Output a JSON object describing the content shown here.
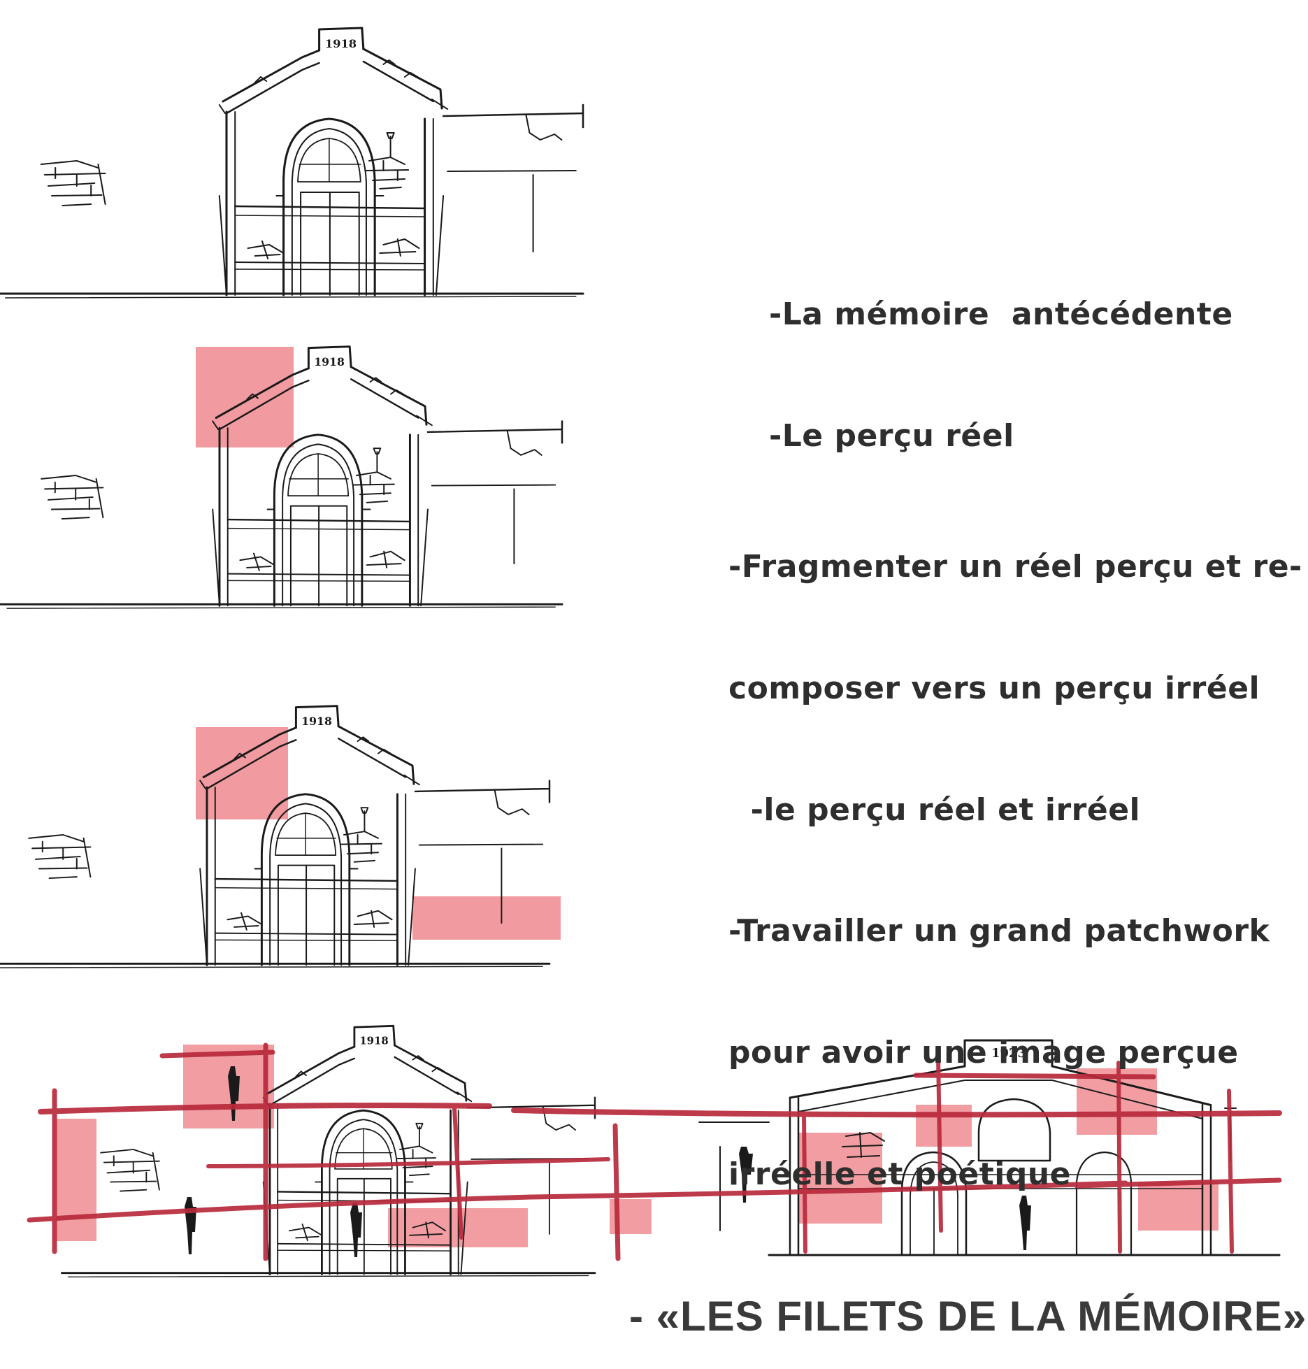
{
  "colors": {
    "ink": "#1a1a1a",
    "pink": "#ef8f95",
    "red_line": "#b82a3c",
    "text": "#2e2e2e"
  },
  "panels": [
    {
      "date": "1918",
      "lines": [
        "-La mémoire  antécédente",
        "-Le perçu réel"
      ]
    },
    {
      "date": "1918",
      "lines": [
        "-Fragmenter un réel perçu et re-",
        "composer vers un perçu irréel",
        "  -le perçu réel et irréel"
      ]
    },
    {
      "date": "1918",
      "lines": [
        "-Travailler un grand patchwork",
        "pour avoir une image perçue",
        "irréelle et poétique"
      ]
    },
    {
      "date_left": "1918",
      "date_right": "1923"
    }
  ],
  "title": "- «LES FILETS DE LA MÉMOIRE»"
}
